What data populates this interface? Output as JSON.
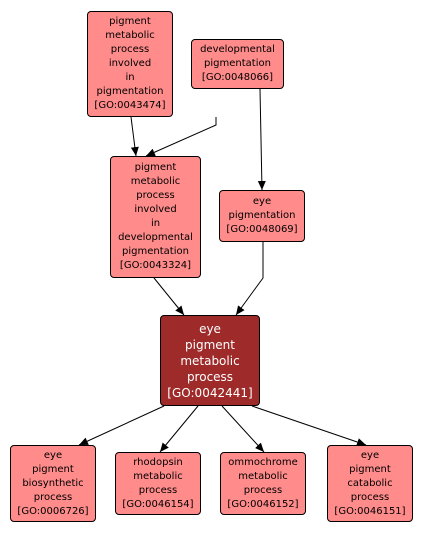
{
  "colors": {
    "node_fill": "#ff8b8b",
    "focus_fill": "#9e2a2a",
    "border": "#000000",
    "edge": "#000000",
    "background": "#ffffff"
  },
  "nodes": {
    "go_0043474": {
      "lines": [
        "pigment",
        "metabolic",
        "process",
        "involved",
        "in",
        "pigmentation",
        "[GO:0043474]"
      ]
    },
    "go_0048066": {
      "lines": [
        "developmental",
        "pigmentation",
        "[GO:0048066]"
      ]
    },
    "go_0043324": {
      "lines": [
        "pigment",
        "metabolic",
        "process",
        "involved",
        "in",
        "developmental",
        "pigmentation",
        "[GO:0043324]"
      ]
    },
    "go_0048069": {
      "lines": [
        "eye",
        "pigmentation",
        "[GO:0048069]"
      ]
    },
    "go_0042441": {
      "lines": [
        "eye",
        "pigment",
        "metabolic",
        "process",
        "[GO:0042441]"
      ]
    },
    "go_0006726": {
      "lines": [
        "eye",
        "pigment",
        "biosynthetic",
        "process",
        "[GO:0006726]"
      ]
    },
    "go_0046154": {
      "lines": [
        "rhodopsin",
        "metabolic",
        "process",
        "[GO:0046154]"
      ]
    },
    "go_0046152": {
      "lines": [
        "ommochrome",
        "metabolic",
        "process",
        "[GO:0046152]"
      ]
    },
    "go_0046151": {
      "lines": [
        "eye",
        "pigment",
        "catabolic",
        "process",
        "[GO:0046151]"
      ]
    }
  },
  "edges": [
    {
      "from": "go_0043474",
      "to": "go_0043324"
    },
    {
      "from": "go_0048066",
      "to": "go_0043324"
    },
    {
      "from": "go_0048066",
      "to": "go_0048069"
    },
    {
      "from": "go_0043324",
      "to": "go_0042441"
    },
    {
      "from": "go_0048069",
      "to": "go_0042441"
    },
    {
      "from": "go_0042441",
      "to": "go_0006726"
    },
    {
      "from": "go_0042441",
      "to": "go_0046154"
    },
    {
      "from": "go_0042441",
      "to": "go_0046152"
    },
    {
      "from": "go_0042441",
      "to": "go_0046151"
    }
  ]
}
